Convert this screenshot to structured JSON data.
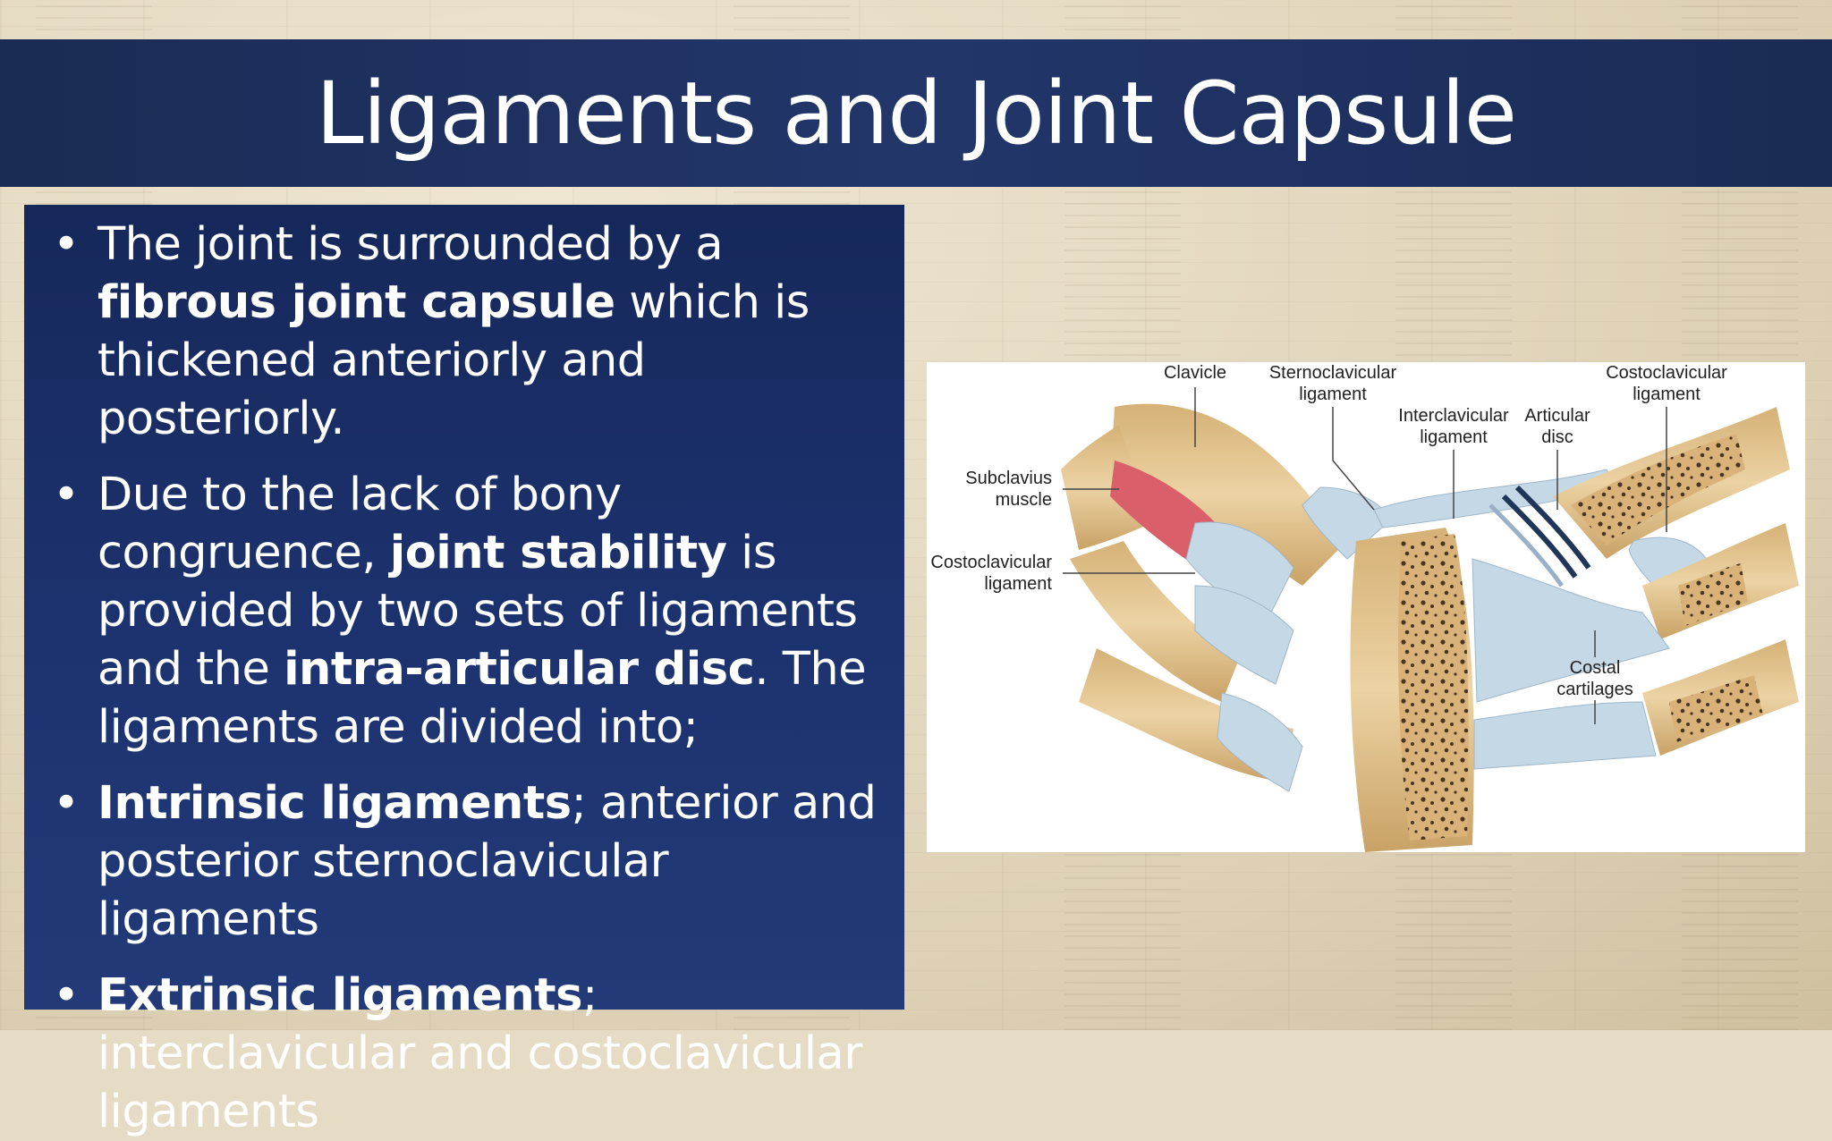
{
  "slide": {
    "title": "Ligaments and Joint Capsule",
    "bullets": [
      {
        "segments": [
          {
            "text": "The joint is surrounded by a ",
            "bold": false
          },
          {
            "text": "fibrous joint capsule",
            "bold": true
          },
          {
            "text": " which is thickened anteriorly and posteriorly.",
            "bold": false
          }
        ]
      },
      {
        "segments": [
          {
            "text": "Due to the lack of bony congruence, ",
            "bold": false
          },
          {
            "text": "joint stability",
            "bold": true
          },
          {
            "text": " is provided by two sets of ligaments and the ",
            "bold": false
          },
          {
            "text": "intra-articular disc",
            "bold": true
          },
          {
            "text": ". The ligaments are divided into;",
            "bold": false
          }
        ]
      },
      {
        "segments": [
          {
            "text": "Intrinsic ligaments",
            "bold": true
          },
          {
            "text": "; anterior and posterior sternoclavicular ligaments",
            "bold": false
          }
        ]
      },
      {
        "segments": [
          {
            "text": "Extrinsic ligaments",
            "bold": true
          },
          {
            "text": "; interclavicular and costoclavicular ligaments",
            "bold": false
          }
        ]
      }
    ]
  },
  "figure": {
    "labels": {
      "clavicle": "Clavicle",
      "sternoclavicular_1": "Sternoclavicular",
      "sternoclavicular_2": "ligament",
      "costoclavicular_top_1": "Costoclavicular",
      "costoclavicular_top_2": "ligament",
      "interclavicular_1": "Interclavicular",
      "interclavicular_2": "ligament",
      "articular_1": "Articular",
      "articular_2": "disc",
      "subclavius_1": "Subclavius",
      "subclavius_2": "muscle",
      "costoclavicular_left_1": "Costoclavicular",
      "costoclavicular_left_2": "ligament",
      "costal_1": "Costal",
      "costal_2": "cartilages"
    },
    "colors": {
      "bone": "#e2c38e",
      "ligament": "#c5d8e6",
      "muscle": "#d9606a",
      "marrow": "#4a3520"
    }
  }
}
